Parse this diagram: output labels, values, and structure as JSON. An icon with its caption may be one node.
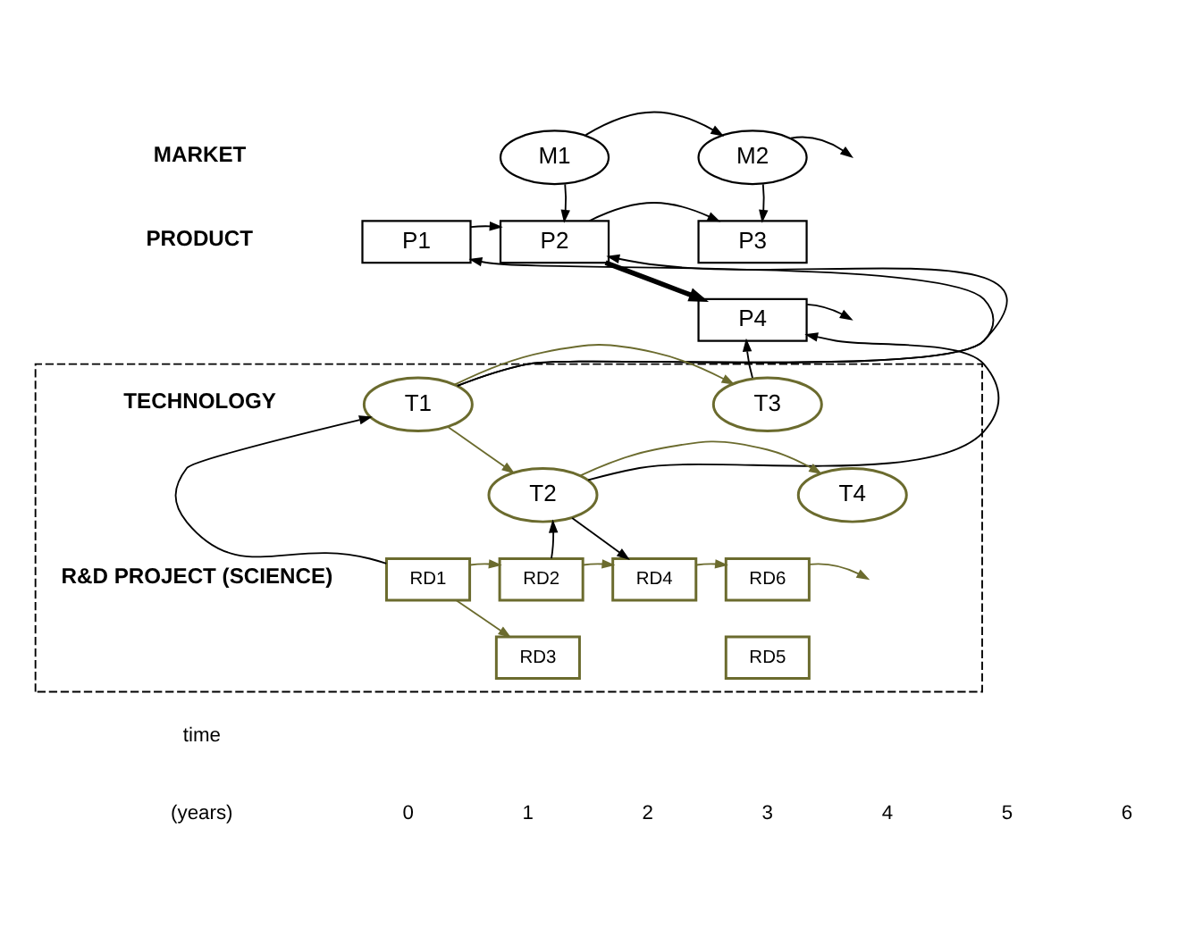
{
  "diagram": {
    "nodes": [
      {
        "text": [
          "M1"
        ]
      },
      {
        "text": [
          "M2"
        ]
      },
      {
        "text": [
          "P1"
        ]
      },
      {
        "text": [
          "P2"
        ]
      },
      {
        "text": [
          "P3"
        ]
      },
      {
        "text": [
          "P4"
        ]
      },
      {
        "text": [],
        "shape": "box"
      },
      {
        "text": [
          "T1"
        ],
        "in": 6
      },
      {
        "text": [
          "T3"
        ],
        "in": 6
      },
      {
        "text": [
          "T2"
        ],
        "in": 6
      },
      {
        "text": [
          "T4"
        ],
        "in": 6
      },
      {
        "text": [
          "RD1"
        ],
        "in": 6
      },
      {
        "text": [
          "RD2"
        ],
        "in": 6
      },
      {
        "text": [
          "RD4"
        ],
        "in": 6
      },
      {
        "text": [
          "RD6"
        ],
        "in": 6
      },
      {
        "text": [
          "RD3"
        ],
        "in": 6
      },
      {
        "text": [
          "RD5"
        ],
        "in": 6
      }
    ],
    "edges": [
      {
        "from": 0,
        "to": 1,
        "arrow": "to"
      },
      {
        "from": 1,
        "to": null,
        "arrow": "to"
      },
      {
        "from": 0,
        "to": 3,
        "arrow": "to"
      },
      {
        "from": 1,
        "to": 4,
        "arrow": "to"
      },
      {
        "from": 2,
        "to": 3,
        "arrow": "to"
      },
      {
        "from": 3,
        "to": 4,
        "arrow": "to"
      },
      {
        "from": 3,
        "to": 5,
        "arrow": "to",
        "style": "thick"
      },
      {
        "from": 5,
        "to": null,
        "arrow": "to"
      },
      {
        "from": 7,
        "to": 2,
        "arrow": "to"
      },
      {
        "from": 7,
        "to": 3,
        "arrow": "to"
      },
      {
        "from": 9,
        "to": 5,
        "arrow": "to"
      },
      {
        "from": 8,
        "to": 5,
        "arrow": "to"
      },
      {
        "from": 7,
        "to": 8,
        "arrow": "to",
        "color": "#6b6b2e"
      },
      {
        "from": 7,
        "to": 9,
        "arrow": "to",
        "color": "#6b6b2e"
      },
      {
        "from": 9,
        "to": 10,
        "arrow": "to",
        "color": "#6b6b2e"
      },
      {
        "from": 11,
        "to": 7,
        "arrow": "to"
      },
      {
        "from": 12,
        "to": 9,
        "arrow": "to"
      },
      {
        "from": 9,
        "to": 13,
        "arrow": "to"
      },
      {
        "from": 11,
        "to": 12,
        "arrow": "to",
        "color": "#6b6b2e"
      },
      {
        "from": 11,
        "to": 15,
        "arrow": "to",
        "color": "#6b6b2e"
      },
      {
        "from": 12,
        "to": 13,
        "arrow": "to",
        "color": "#6b6b2e"
      },
      {
        "from": 13,
        "to": 14,
        "arrow": "to",
        "color": "#6b6b2e"
      },
      {
        "from": 14,
        "to": null,
        "arrow": "to",
        "color": "#6b6b2e"
      }
    ],
    "labels": [
      "MARKET",
      "PRODUCT",
      "TECHNOLOGY",
      "R&D PROJECT (SCIENCE)",
      "time",
      "(years)",
      "0",
      "1",
      "2",
      "3",
      "4",
      "5",
      "6"
    ]
  }
}
